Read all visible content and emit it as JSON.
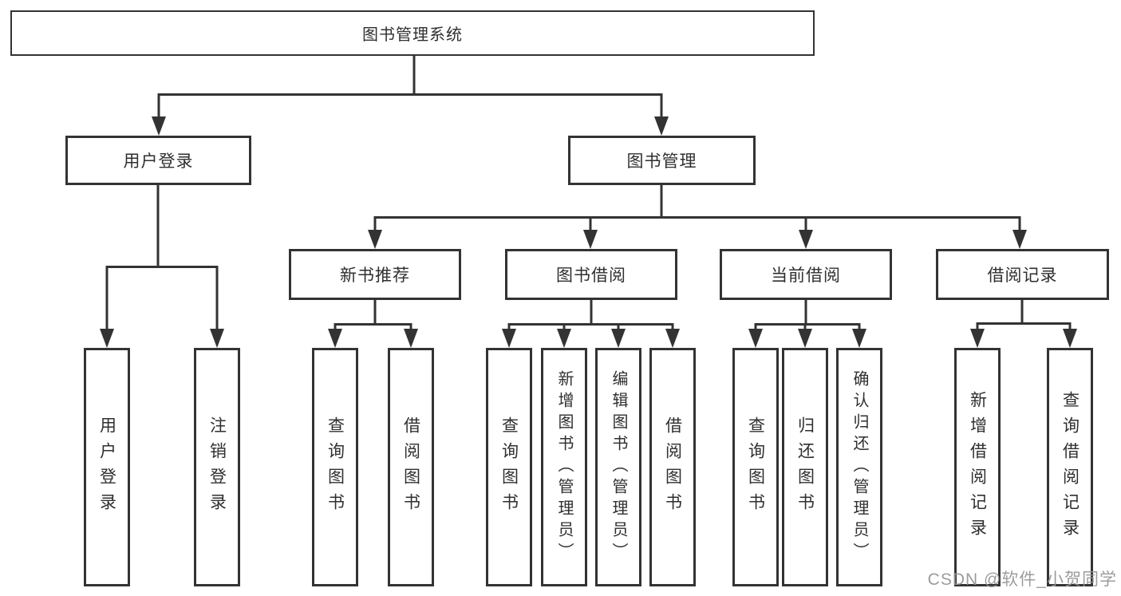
{
  "nodes": {
    "root": "图书管理系统",
    "user_login": "用户登录",
    "book_mgmt": "图书管理",
    "new_book": "新书推荐",
    "book_borrow": "图书借阅",
    "current_borrow": "当前借阅",
    "borrow_record": "借阅记录",
    "leaves": {
      "ul1": "用户登录",
      "ul2": "注销登录",
      "nb1": "查询图书",
      "nb2": "借阅图书",
      "bb1": "查询图书",
      "bb2": "新增图书（管理员）",
      "bb3": "编辑图书（管理员）",
      "bb4": "借阅图书",
      "cb1": "查询图书",
      "cb2": "归还图书",
      "cb3": "确认归还（管理员）",
      "br1": "新增借阅记录",
      "br2": "查询借阅记录"
    }
  },
  "watermark": "CSDN @软件_小贺同学",
  "colors": {
    "line": "#333333",
    "text": "#2f2f2f",
    "background": "#ffffff",
    "watermark": "#949494"
  }
}
